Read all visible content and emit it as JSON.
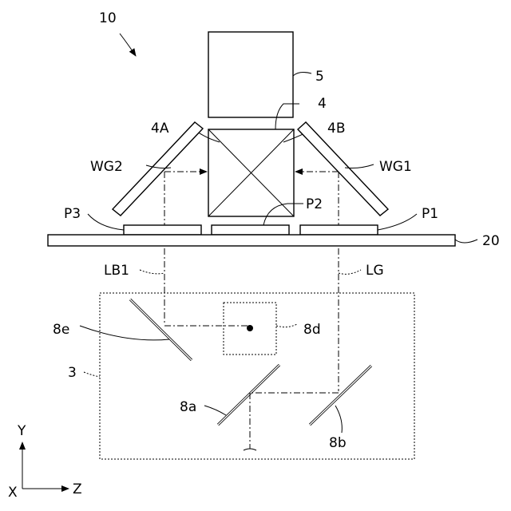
{
  "labels": {
    "device": "10",
    "unit5": "5",
    "prism": "4",
    "face_a": "4A",
    "face_b": "4B",
    "wg2": "WG2",
    "wg1": "WG1",
    "p3": "P3",
    "p2": "P2",
    "p1": "P1",
    "substrate": "20",
    "lb1": "LB1",
    "lg": "LG",
    "m8e": "8e",
    "m8d": "8d",
    "unit3": "3",
    "m8a": "8a",
    "m8b": "8b",
    "axis_y": "Y",
    "axis_x": "X",
    "axis_z": "Z"
  }
}
